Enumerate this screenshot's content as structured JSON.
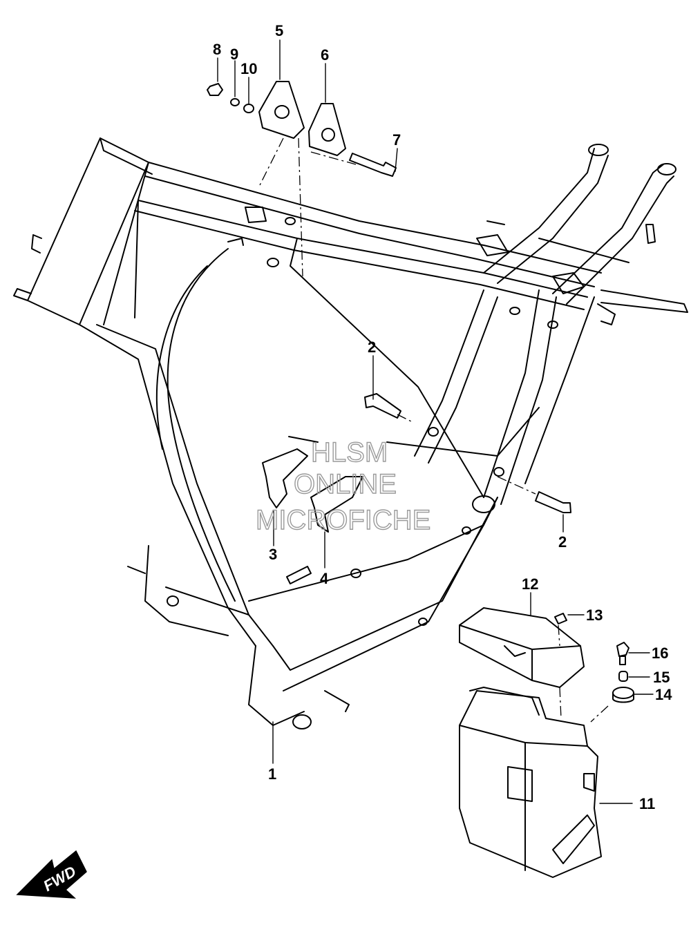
{
  "callouts": {
    "p1": "1",
    "p2a": "2",
    "p2b": "2",
    "p3": "3",
    "p4": "4",
    "p5": "5",
    "p6": "6",
    "p7": "7",
    "p8": "8",
    "p9": "9",
    "p10": "10",
    "p11": "11",
    "p12": "12",
    "p13": "13",
    "p14": "14",
    "p15": "15",
    "p16": "16"
  },
  "watermark": {
    "line1": "HLSM",
    "line2": "ONLINE",
    "line3": "MICROFICHE"
  },
  "fwd_badge": {
    "label": "FWD"
  },
  "icons": {
    "fwd": "arrow-icon"
  }
}
